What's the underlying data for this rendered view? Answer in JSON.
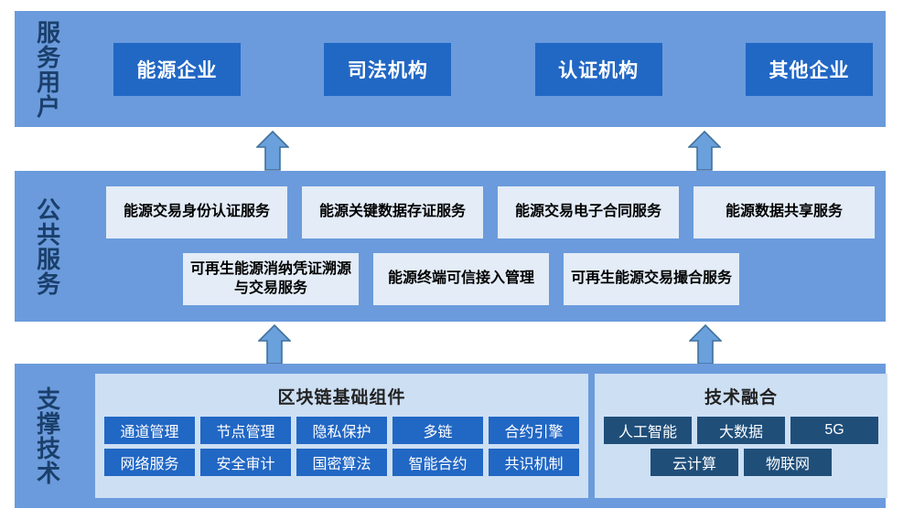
{
  "bands": [
    {
      "id": "service-users",
      "label": "服务用户",
      "label_vertical": "服\n务\n用\n户",
      "boxes": [
        {
          "label": "能源企业"
        },
        {
          "label": "司法机构"
        },
        {
          "label": "认证机构"
        },
        {
          "label": "其他企业"
        }
      ]
    },
    {
      "id": "public-services",
      "label": "公共服务",
      "label_vertical": "公\n共\n服\n务",
      "row1": [
        {
          "label": "能源交易身份认证服务"
        },
        {
          "label": "能源关键数据存证服务"
        },
        {
          "label": "能源交易电子合同服务"
        },
        {
          "label": "能源数据共享服务"
        }
      ],
      "row2": [
        {
          "label": "可再生能源消纳凭证溯源与交易服务"
        },
        {
          "label": "能源终端可信接入管理"
        },
        {
          "label": "可再生能源交易撮合服务"
        }
      ]
    },
    {
      "id": "supporting-tech",
      "label": "支撑技术",
      "label_vertical": "支\n撑\n技\n术",
      "panels": [
        {
          "id": "blockchain-components",
          "title": "区块链基础组件",
          "row1": [
            "通道管理",
            "节点管理",
            "隐私保护",
            "多链",
            "合约引擎"
          ],
          "row2": [
            "网络服务",
            "安全审计",
            "国密算法",
            "智能合约",
            "共识机制"
          ]
        },
        {
          "id": "technology-fusion",
          "title": "技术融合",
          "row1": [
            "人工智能",
            "大数据",
            "5G"
          ],
          "row2": [
            "云计算",
            "物联网"
          ]
        }
      ]
    }
  ],
  "arrows": [
    {
      "id": "arrow-services-to-users-left",
      "direction": "up"
    },
    {
      "id": "arrow-services-to-users-right",
      "direction": "up"
    },
    {
      "id": "arrow-tech-to-services-left",
      "direction": "up"
    },
    {
      "id": "arrow-tech-to-services-right",
      "direction": "up"
    }
  ],
  "colors": {
    "band_background": "#6b9bdc",
    "user_box": "#2167c4",
    "service_box": "#e3ecf7",
    "panel_background": "#cddff3",
    "blockchain_chip": "#2167c4",
    "fusion_chip": "#1f4e79",
    "arrow_fill": "#6aa0dc",
    "arrow_stroke": "#41719c",
    "band_label_text": "#1a3f6b"
  }
}
